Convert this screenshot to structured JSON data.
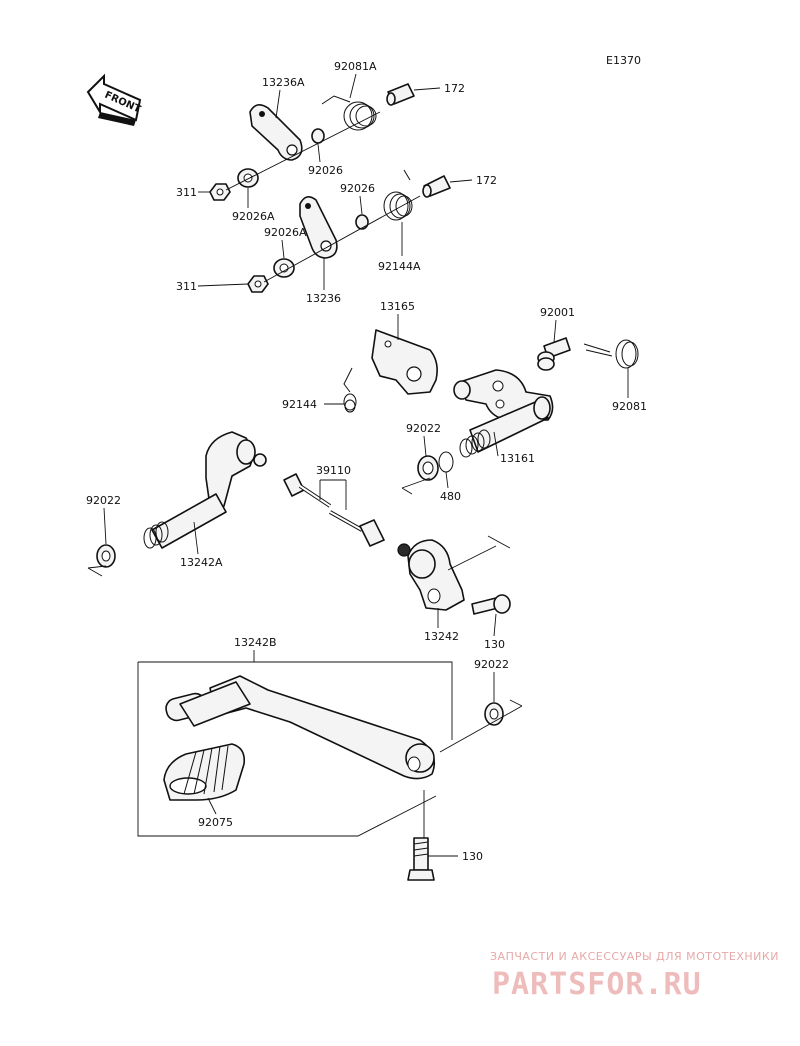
{
  "diagram_code": "E1370",
  "front_arrow_label": "FRONT",
  "labels": {
    "p13236A": "13236A",
    "p92081A": "92081A",
    "p172a": "172",
    "p172b": "172",
    "p92026a": "92026",
    "p92026b": "92026",
    "p311a": "311",
    "p311b": "311",
    "p92026Aa": "92026A",
    "p92026Ab": "92026A",
    "p92144A": "92144A",
    "p13236": "13236",
    "p13165": "13165",
    "p92001": "92001",
    "p92081": "92081",
    "p92144": "92144",
    "p92022a": "92022",
    "p13161": "13161",
    "p480": "480",
    "p39110": "39110",
    "p92022b": "92022",
    "p13242A": "13242A",
    "p13242": "13242",
    "p130a": "130",
    "p13242B": "13242B",
    "p92022c": "92022",
    "p92075": "92075",
    "p130b": "130"
  },
  "watermark": {
    "caption": "ЗАПЧАСТИ И АКСЕССУАРЫ ДЛЯ МОТОТЕХНИКИ",
    "logo": "PARTSFOR.RU"
  }
}
